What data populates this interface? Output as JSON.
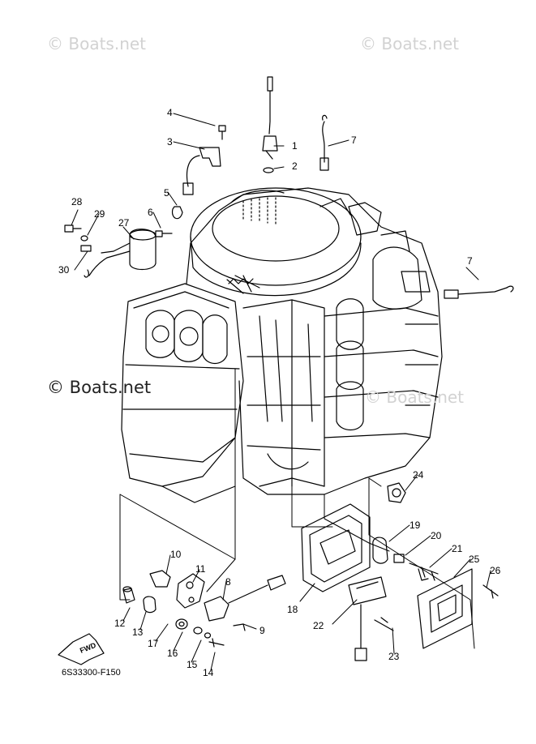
{
  "watermarks": {
    "top_left": "© Boats.net",
    "top_right": "© Boats.net",
    "center_right": "© Boats.net",
    "main": "© Boats.net"
  },
  "diagram_code": "6S33300-F150",
  "fwd_label": "FWD",
  "callouts": [
    {
      "id": "1",
      "label": "1"
    },
    {
      "id": "2",
      "label": "2"
    },
    {
      "id": "3",
      "label": "3"
    },
    {
      "id": "4",
      "label": "4"
    },
    {
      "id": "5",
      "label": "5"
    },
    {
      "id": "6",
      "label": "6"
    },
    {
      "id": "7a",
      "label": "7"
    },
    {
      "id": "7b",
      "label": "7"
    },
    {
      "id": "8",
      "label": "8"
    },
    {
      "id": "9",
      "label": "9"
    },
    {
      "id": "10",
      "label": "10"
    },
    {
      "id": "11",
      "label": "11"
    },
    {
      "id": "12",
      "label": "12"
    },
    {
      "id": "13",
      "label": "13"
    },
    {
      "id": "14",
      "label": "14"
    },
    {
      "id": "15",
      "label": "15"
    },
    {
      "id": "16",
      "label": "16"
    },
    {
      "id": "17",
      "label": "17"
    },
    {
      "id": "18",
      "label": "18"
    },
    {
      "id": "19",
      "label": "19"
    },
    {
      "id": "20",
      "label": "20"
    },
    {
      "id": "21",
      "label": "21"
    },
    {
      "id": "22",
      "label": "22"
    },
    {
      "id": "23",
      "label": "23"
    },
    {
      "id": "24",
      "label": "24"
    },
    {
      "id": "25",
      "label": "25"
    },
    {
      "id": "26",
      "label": "26"
    },
    {
      "id": "27",
      "label": "27"
    },
    {
      "id": "28",
      "label": "28"
    },
    {
      "id": "29",
      "label": "29"
    },
    {
      "id": "30",
      "label": "30"
    }
  ]
}
